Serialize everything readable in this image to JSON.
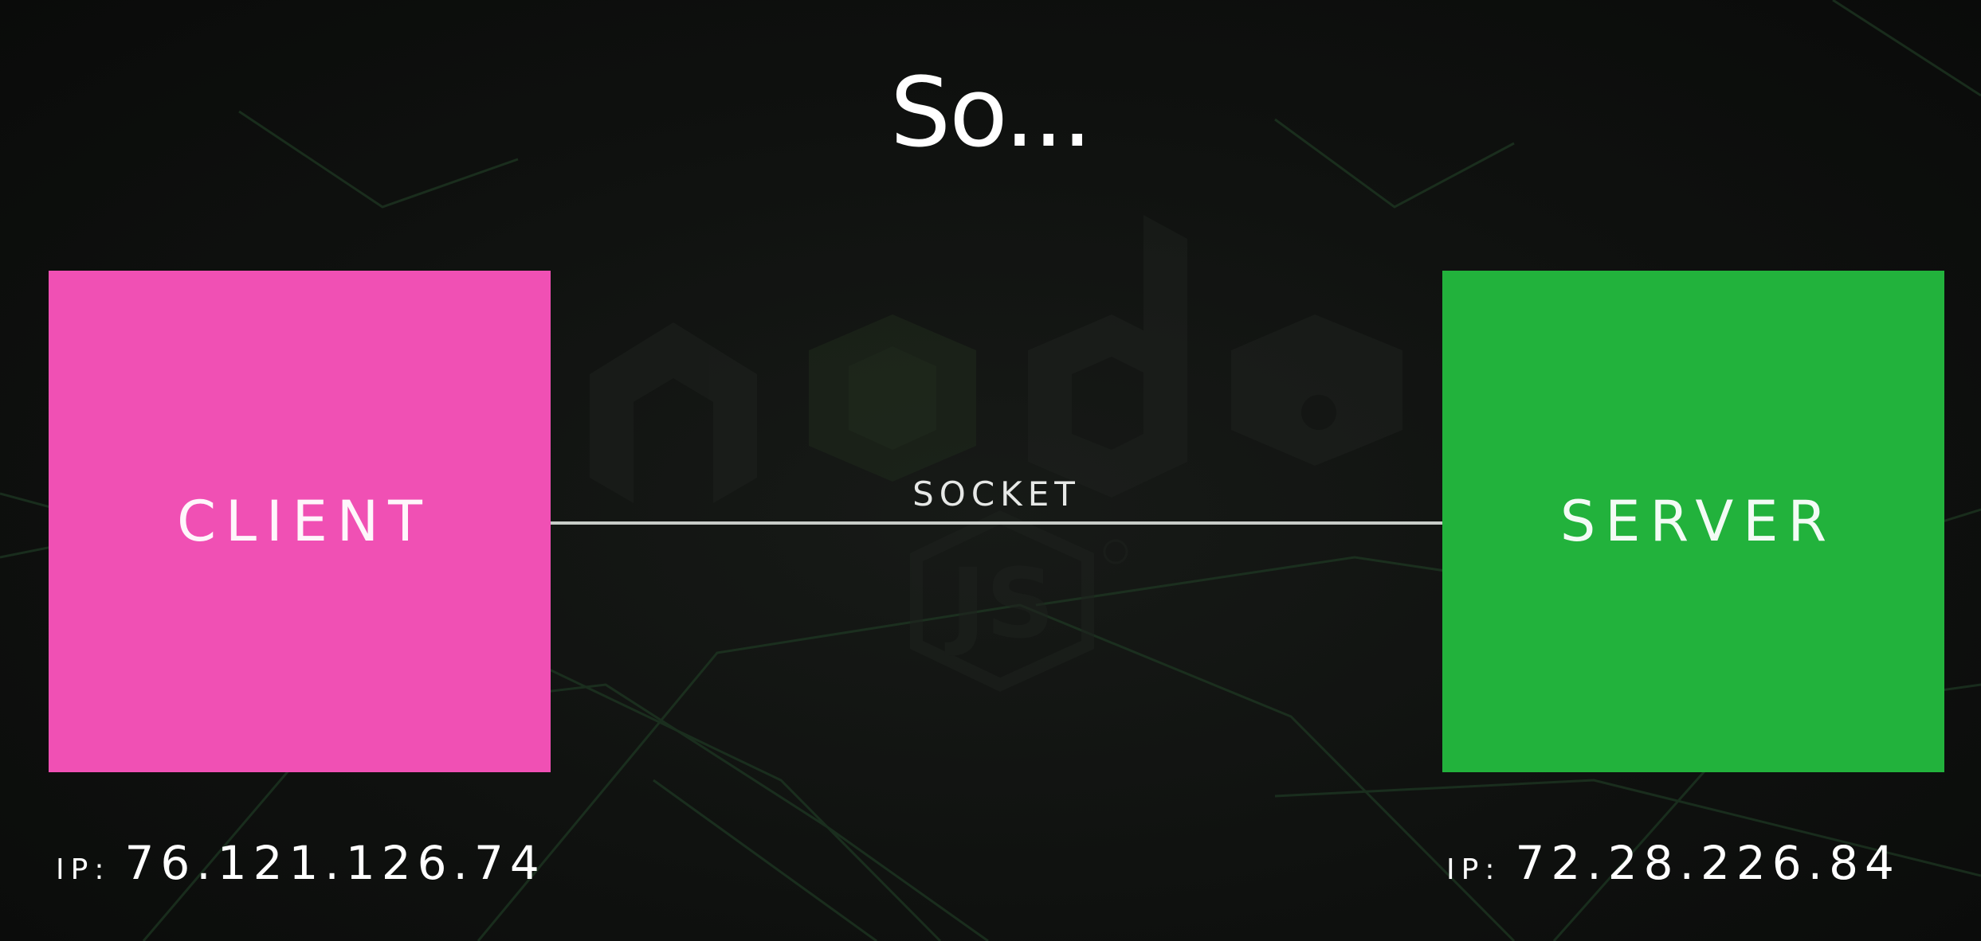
{
  "title": "So...",
  "client": {
    "label": "CLIENT",
    "color": "#f050b4",
    "ip_prefix": "IP:",
    "ip_value": "76.121.126.74"
  },
  "server": {
    "label": "SERVER",
    "color": "#22b23c",
    "ip_prefix": "IP:",
    "ip_value": "72.28.226.84"
  },
  "connection": {
    "label": "SOCKET"
  },
  "background": {
    "watermark_icon": "nodejs-logo-icon",
    "watermark_text": "node",
    "watermark_badge": "JS",
    "watermark_mark": "®"
  }
}
